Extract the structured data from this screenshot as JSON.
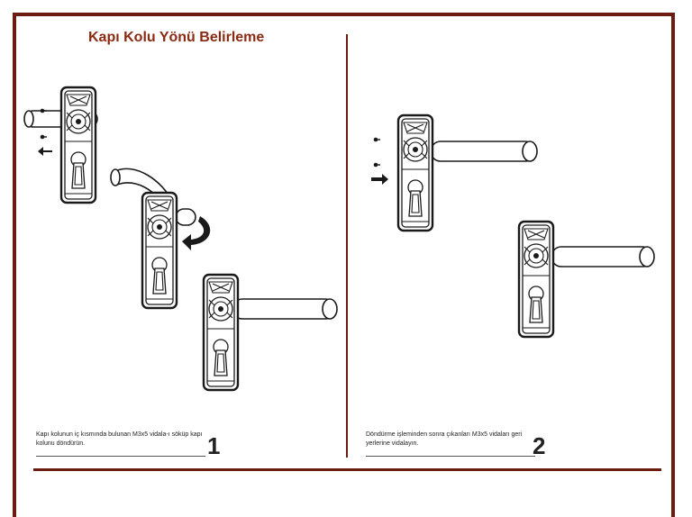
{
  "title": "Kapı Kolu Yönü Belirleme",
  "steps": [
    {
      "number": "1",
      "text": "Kapı kolunun iç kısmında bulunan M3x5 vidala-ı söküp kapı kolunu döndürün."
    },
    {
      "number": "2",
      "text": "Döndürme işleminden sonra çıkanları M3x5 vidaları geri yerlerine vidalayın."
    }
  ],
  "colors": {
    "accent": "#6b1e10",
    "title": "#8b2a12",
    "ink": "#1a1a1a"
  }
}
